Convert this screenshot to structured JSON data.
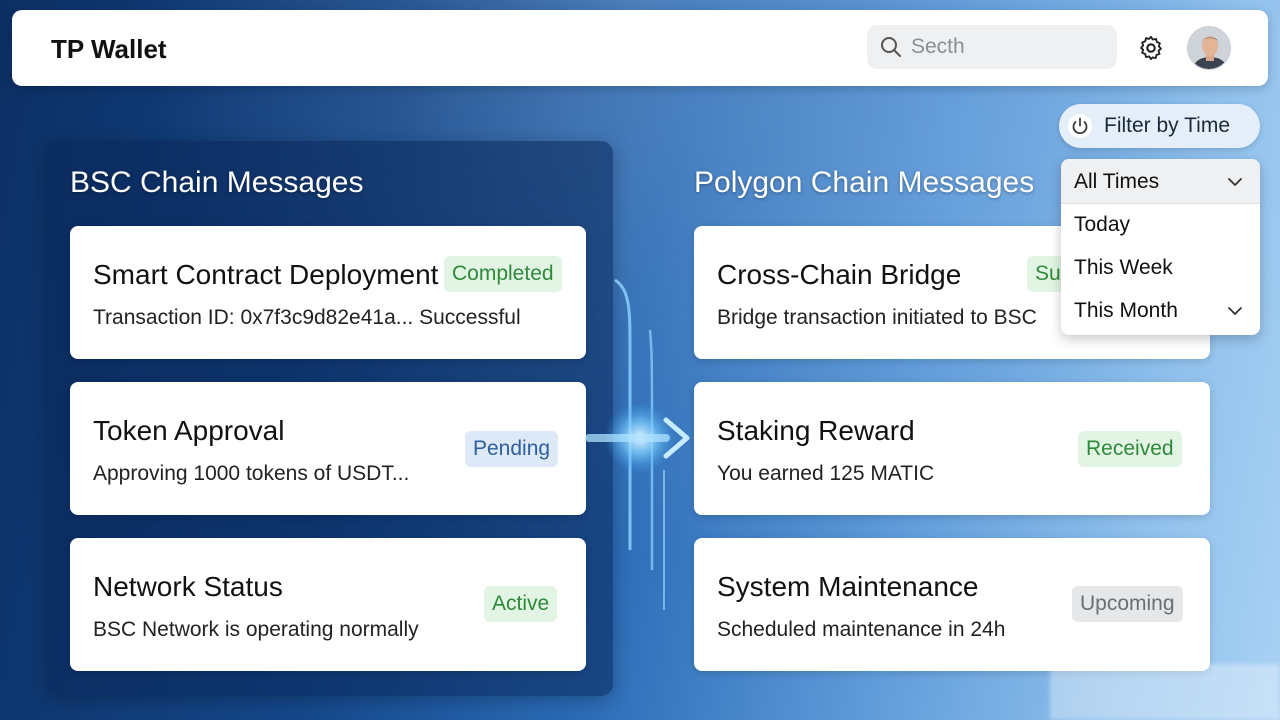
{
  "header": {
    "app_title": "TP Wallet",
    "search_placeholder": "Secth"
  },
  "bsc": {
    "title": "BSC Chain Messages",
    "cards": [
      {
        "title": "Smart Contract Deployment",
        "desc": "Transaction ID: 0x7f3c9d82e41a... Successful",
        "badge": "Completed"
      },
      {
        "title": "Token Approval",
        "desc": "Approving 1000 tokens of USDT...",
        "badge": "Pending"
      },
      {
        "title": "Network Status",
        "desc": "BSC Network is operating normally",
        "badge": "Active"
      }
    ]
  },
  "polygon": {
    "title": "Polygon Chain Messages",
    "cards": [
      {
        "title": "Cross-Chain Bridge",
        "desc": "Bridge transaction initiated to BSC",
        "badge": "Success"
      },
      {
        "title": "Staking Reward",
        "desc": "You earned 125 MATIC",
        "badge": "Received"
      },
      {
        "title": "System Maintenance",
        "desc": "Scheduled maintenance in 24h",
        "badge": "Upcoming"
      }
    ]
  },
  "filter": {
    "label": "Filter by Time",
    "selected": "All Times",
    "options": [
      "Today",
      "This Week",
      "This Month"
    ]
  },
  "icons": {
    "search": "search-icon",
    "settings": "gear-icon",
    "filter": "power-icon",
    "dropdown": "chevron-down-icon"
  },
  "colors": {
    "completed_badge": "#2e8a3a",
    "pending_badge": "#2f5f9e",
    "upcoming_badge": "#6b6f75",
    "panel_bg": "#0c2f63"
  }
}
